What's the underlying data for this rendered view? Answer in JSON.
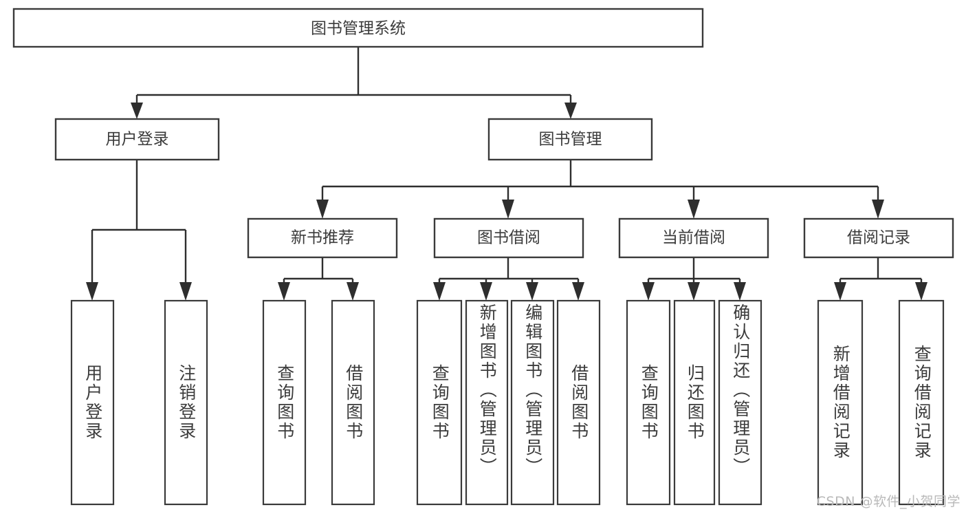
{
  "diagram": {
    "type": "tree",
    "title_node": {
      "label": "图书管理系统"
    },
    "level2": [
      {
        "label": "用户登录"
      },
      {
        "label": "图书管理"
      }
    ],
    "level3": [
      {
        "label": "新书推荐"
      },
      {
        "label": "图书借阅"
      },
      {
        "label": "当前借阅"
      },
      {
        "label": "借阅记录"
      }
    ],
    "leaves": {
      "user_login": [
        {
          "label": "用户登录"
        },
        {
          "label": "注销登录"
        }
      ],
      "new_book_recommend": [
        {
          "label": "查询图书"
        },
        {
          "label": "借阅图书"
        }
      ],
      "book_borrow": [
        {
          "label": "查询图书"
        },
        {
          "label": "新增图书（管理员）"
        },
        {
          "label": "编辑图书（管理员）"
        },
        {
          "label": "借阅图书"
        }
      ],
      "current_borrow": [
        {
          "label": "查询图书"
        },
        {
          "label": "归还图书"
        },
        {
          "label": "确认归还（管理员）"
        }
      ],
      "borrow_record": [
        {
          "label": "新增借阅记录"
        },
        {
          "label": "查询借阅记录"
        }
      ]
    }
  },
  "watermark": {
    "text": "CSDN @软件_小贺同学"
  },
  "colors": {
    "background": "#ffffff",
    "box_stroke": "#3a3a3a",
    "connector": "#2e2e2e",
    "text": "#3b3b3b",
    "watermark": "#b9b9b9"
  }
}
